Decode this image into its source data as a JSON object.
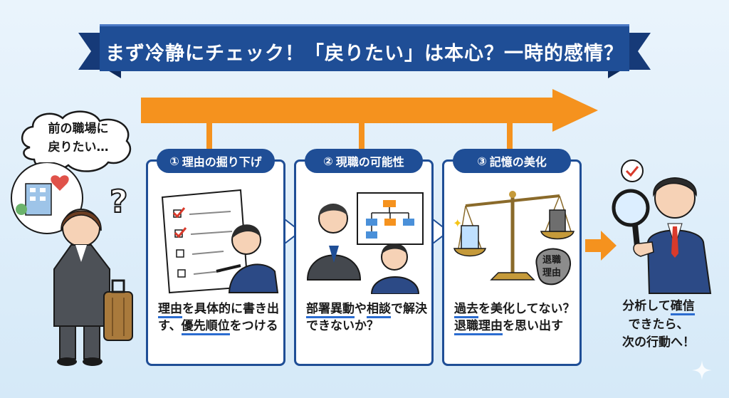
{
  "title": "まず冷静にチェック！「戻りたい」は本心？一時的感情？",
  "bubble": {
    "line1": "前の職場に",
    "line2": "戻りたい…"
  },
  "steps": [
    {
      "num": "①",
      "title": "理由の掘り下げ",
      "parts": [
        {
          "t": "理由",
          "hl": true
        },
        {
          "t": "を具体的に書き出す、",
          "hl": false
        },
        {
          "t": "優先順位",
          "hl": true
        },
        {
          "t": "をつける",
          "hl": false
        }
      ]
    },
    {
      "num": "②",
      "title": "現職の可能性",
      "parts": [
        {
          "t": "部署異動",
          "hl": true
        },
        {
          "t": "や",
          "hl": false
        },
        {
          "t": "相談",
          "hl": true
        },
        {
          "t": "で解決できないか？",
          "hl": false
        }
      ]
    },
    {
      "num": "③",
      "title": "記憶の美化",
      "parts": [
        {
          "t": "過去",
          "hl": true
        },
        {
          "t": "を美化してない？",
          "hl": false
        },
        {
          "t": "退職理由",
          "hl": true
        },
        {
          "t": "を思い出す",
          "hl": false
        }
      ]
    }
  ],
  "scale_label": {
    "line1": "退職",
    "line2": "理由"
  },
  "result": {
    "line1_a": "分析して",
    "line1_b": "確信",
    "line2": "できたら、",
    "line3": "次の行動へ！"
  },
  "colors": {
    "navy": "#1f4e96",
    "arrow_orange": "#f5921e",
    "highlight": "#2b6cd0",
    "check_red": "#d93a2b"
  }
}
